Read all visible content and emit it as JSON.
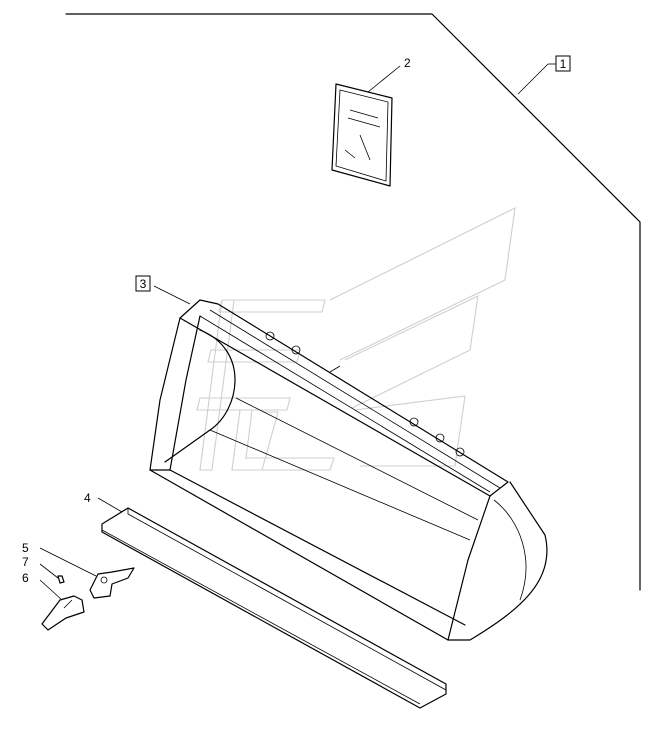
{
  "diagram": {
    "callouts": [
      {
        "id": "1",
        "text": "1",
        "boxed": true
      },
      {
        "id": "2",
        "text": "2",
        "boxed": false
      },
      {
        "id": "3",
        "text": "3",
        "boxed": true
      },
      {
        "id": "4",
        "text": "4",
        "boxed": false
      },
      {
        "id": "5",
        "text": "5",
        "boxed": false
      },
      {
        "id": "6",
        "text": "6",
        "boxed": false
      },
      {
        "id": "7",
        "text": "7",
        "boxed": false
      }
    ],
    "colors": {
      "line": "#000000",
      "watermark": "#cfcfcf",
      "background": "#ffffff"
    }
  }
}
